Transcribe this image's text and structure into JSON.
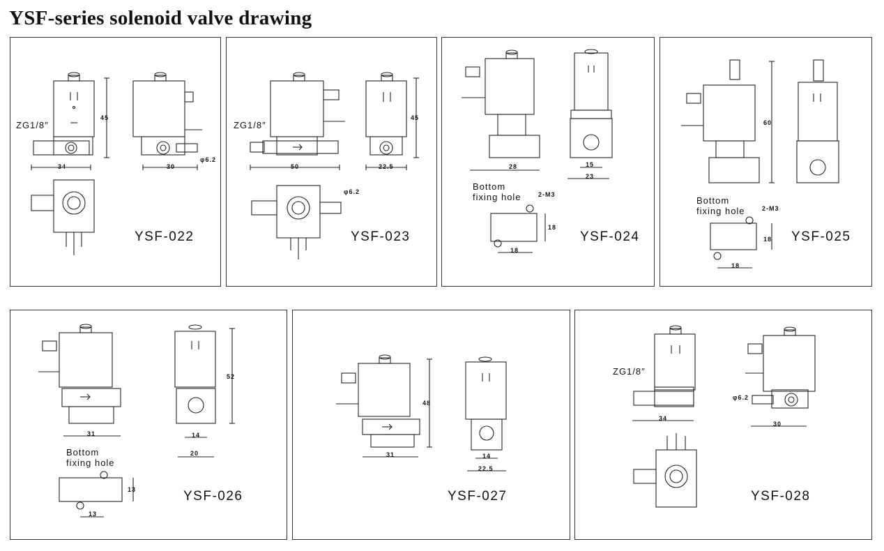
{
  "title": "YSF-series solenoid valve drawing",
  "panels": [
    {
      "model": "YSF-022",
      "thread": "ZG1/8″",
      "dims": {
        "height": "45",
        "width_front": "34",
        "width_side": "30",
        "dia": "φ6.2"
      }
    },
    {
      "model": "YSF-023",
      "thread": "ZG1/8″",
      "dims": {
        "height": "45",
        "width_front": "50",
        "width_side": "22.5",
        "dia": "φ6.2"
      }
    },
    {
      "model": "YSF-024",
      "note_line1": "Bottom",
      "note_line2": "fixing hole",
      "screw": "2-M3",
      "dims": {
        "width_front": "28",
        "side_inner": "15",
        "side_outer": "23",
        "hole_w": "18",
        "hole_h": "18"
      }
    },
    {
      "model": "YSF-025",
      "note_line1": "Bottom",
      "note_line2": "fixing hole",
      "screw": "2-M3",
      "dims": {
        "height": "60",
        "hole_w": "18",
        "hole_h": "18"
      }
    },
    {
      "model": "YSF-026",
      "note_line1": "Bottom",
      "note_line2": "fixing hole",
      "dims": {
        "height": "52",
        "width_front": "31",
        "side_inner": "14",
        "side_outer": "20",
        "hole_w": "13",
        "hole_h": "13"
      }
    },
    {
      "model": "YSF-027",
      "dims": {
        "height": "48",
        "width_front": "31",
        "side_inner": "14",
        "side_outer": "22.5"
      }
    },
    {
      "model": "YSF-028",
      "thread": "ZG1/8″",
      "dims": {
        "width_front": "34",
        "width_side": "30",
        "dia": "φ6.2"
      }
    }
  ]
}
